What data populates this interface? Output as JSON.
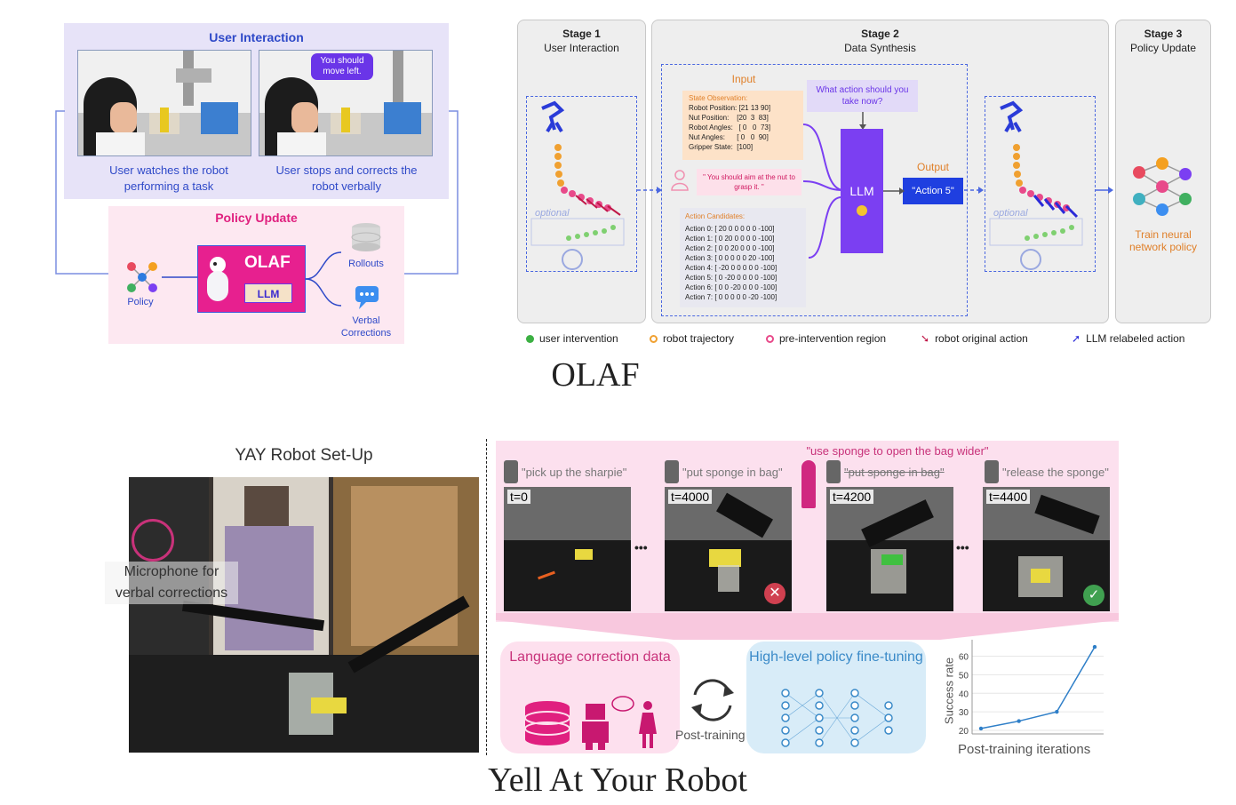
{
  "olaf_left": {
    "user_interaction_title": "User Interaction",
    "speech_bubble": "You should move left.",
    "caption_watch": "User watches the robot performing a task",
    "caption_stop": "User stops and corrects the robot verbally",
    "policy_update_title": "Policy Update",
    "olaf_label": "OLAF",
    "llm_label": "LLM",
    "policy_label": "Policy",
    "rollouts_label": "Rollouts",
    "verbal_corrections_label": "Verbal Corrections"
  },
  "olaf_right": {
    "stage1_title": "Stage 1",
    "stage1_subtitle": "User Interaction",
    "stage2_title": "Stage 2",
    "stage2_subtitle": "Data Synthesis",
    "stage3_title": "Stage 3",
    "stage3_subtitle": "Policy Update",
    "optional_left": "optional",
    "optional_right": "optional",
    "input_label": "Input",
    "state_obs_title": "State Observation:",
    "state_rows": [
      "Robot Position: [21 13 90]",
      "Nut Position:    [20  3  83]",
      "Robot Angles:   [ 0   0  73]",
      "Nut Angles:      [ 0   0  90]",
      "Gripper State:  [100]"
    ],
    "question": "What action should you take now?",
    "user_quote": "\" You should aim at the nut to grasp it. \"",
    "action_candidates_title": "Action Candidates:",
    "actions": [
      "Action 0: [ 20 0 0 0 0 0 -100]",
      "Action 1: [ 0 20 0 0 0 0 -100]",
      "Action 2: [ 0 0 20 0 0 0 -100]",
      "Action 3: [ 0 0 0 0 0 20 -100]",
      "Action 4: [ -20 0 0 0 0 0 -100]",
      "Action 5: [ 0 -20 0 0 0 0 -100]",
      "Action 6: [ 0 0 -20 0 0 0 -100]",
      "Action 7: [ 0 0 0 0 0 -20 -100]"
    ],
    "llm_label": "LLM",
    "output_label": "Output",
    "output_value": "\"Action 5\"",
    "train_label": "Train neural network policy"
  },
  "legend": {
    "user_intervention": "user intervention",
    "robot_trajectory": "robot trajectory",
    "pre_intervention": "pre-intervention region",
    "robot_original": "robot original action",
    "llm_relabeled": "LLM relabeled action"
  },
  "colors": {
    "lavender": "#e7e3f8",
    "pink": "#fde8f1",
    "olaf_magenta": "#e7208f",
    "llm_purple": "#7b3ff2",
    "output_blue": "#1f3fe0",
    "dash_blue": "#4a67e0",
    "green": "#3cb043",
    "orange": "#f0a030",
    "light_blue": "#d8ecf8"
  },
  "olaf_caption": "OLAF",
  "yay": {
    "setup_title": "YAY Robot Set-Up",
    "microphone_label": "Microphone for verbal corrections",
    "top_instruction": "\"use sponge to open the bag wider\"",
    "instructions": [
      "\"pick up the sharpie\"",
      "\"put sponge in bag\"",
      "\"put sponge in bag\"",
      "\"release the sponge\""
    ],
    "timesteps": [
      "t=0",
      "t=4000",
      "t=4200",
      "t=4400"
    ],
    "ellipsis": "•••",
    "language_box": "Language correction data",
    "post_training": "Post-training",
    "highlevel_box": "High-level policy fine-tuning",
    "ylabel": "Success rate",
    "xlabel": "Post-training iterations"
  },
  "chart_data": {
    "type": "line",
    "title": "",
    "xlabel": "Post-training iterations",
    "ylabel": "Success rate",
    "x": [
      0,
      1,
      2,
      3
    ],
    "series": [
      {
        "values": [
          21,
          25,
          30,
          65
        ]
      }
    ],
    "ylim": [
      20,
      66
    ],
    "yticks": [
      20,
      30,
      40,
      50,
      60
    ],
    "grid": true,
    "color": "#2f7fc8"
  },
  "yay_caption": "Yell At Your Robot"
}
